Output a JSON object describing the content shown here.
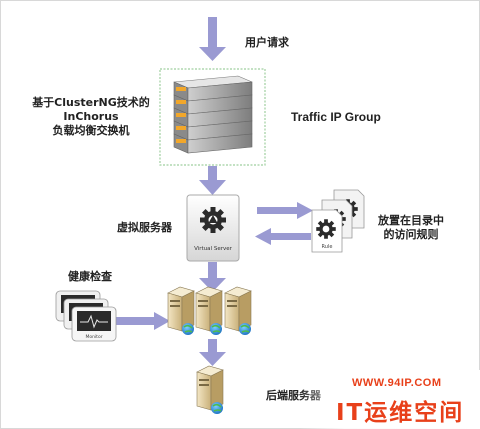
{
  "labels": {
    "user_request": "用户请求",
    "cluster_line1": "基于ClusterNG技术的",
    "cluster_line2": "InChorus",
    "cluster_line3": "负载均衡交换机",
    "traffic_ip_group": "Traffic IP Group",
    "virtual_server_cn": "虚拟服务器",
    "virtual_server_badge": "Virtual Server",
    "rules_line1": "放置在目录中",
    "rules_line2": "的访问规则",
    "rule_badge": "Rule",
    "health_check": "健康检查",
    "monitor_badge": "Monitor",
    "backend_servers": "后端服务器"
  },
  "watermark": {
    "url": "WWW.94IP.COM",
    "title": "IT运维空间"
  },
  "colors": {
    "arrow": "#9a9ad2",
    "switch_box_border": "#9fcf9f",
    "watermark": "#e8401a"
  },
  "icons": {
    "switch_stack": "rack-switch-icon",
    "virtual_server": "gear-triangle-icon",
    "rules": "document-gear-icon",
    "monitors": "monitor-icon",
    "servers": "server-globe-icon"
  }
}
